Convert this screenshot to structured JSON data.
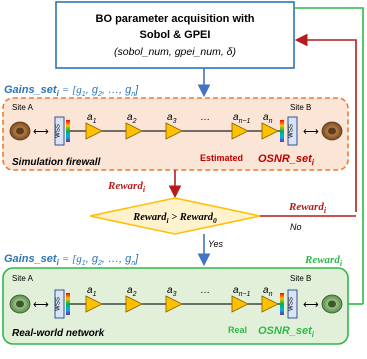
{
  "top_box": {
    "line1": "BO parameter acquisition with",
    "line2": "Sobol & GPEI",
    "params": "(sobol_num, gpei_num, δ)"
  },
  "gains_set": {
    "label": "Gains_set",
    "subscript": "i",
    "expression": "= [g1, g2, …, gn]"
  },
  "simulation": {
    "site_a": "Site A",
    "site_b": "Site B",
    "caption": "Simulation firewall",
    "estimated": "Estimated",
    "osnr_label": "OSNR_set",
    "osnr_sub": "i",
    "wss": "WSS",
    "amp_labels": [
      "a1",
      "a2",
      "a3",
      "…",
      "an−1",
      "an"
    ]
  },
  "reward": {
    "label": "Reward",
    "subscript": "i"
  },
  "decision": {
    "text": "Rewardi > Reward0",
    "yes": "Yes",
    "no": "No"
  },
  "real": {
    "site_a": "Site A",
    "site_b": "Site B",
    "caption": "Real-world network",
    "real": "Real",
    "osnr_label": "OSNR_set",
    "osnr_sub": "i",
    "wss": "WSS"
  },
  "colors": {
    "blue": "#2e75b6",
    "darkred": "#b71c1c",
    "green": "#2eb84a",
    "orange": "#ed7d31",
    "amp_yellow": "#ffc000"
  }
}
